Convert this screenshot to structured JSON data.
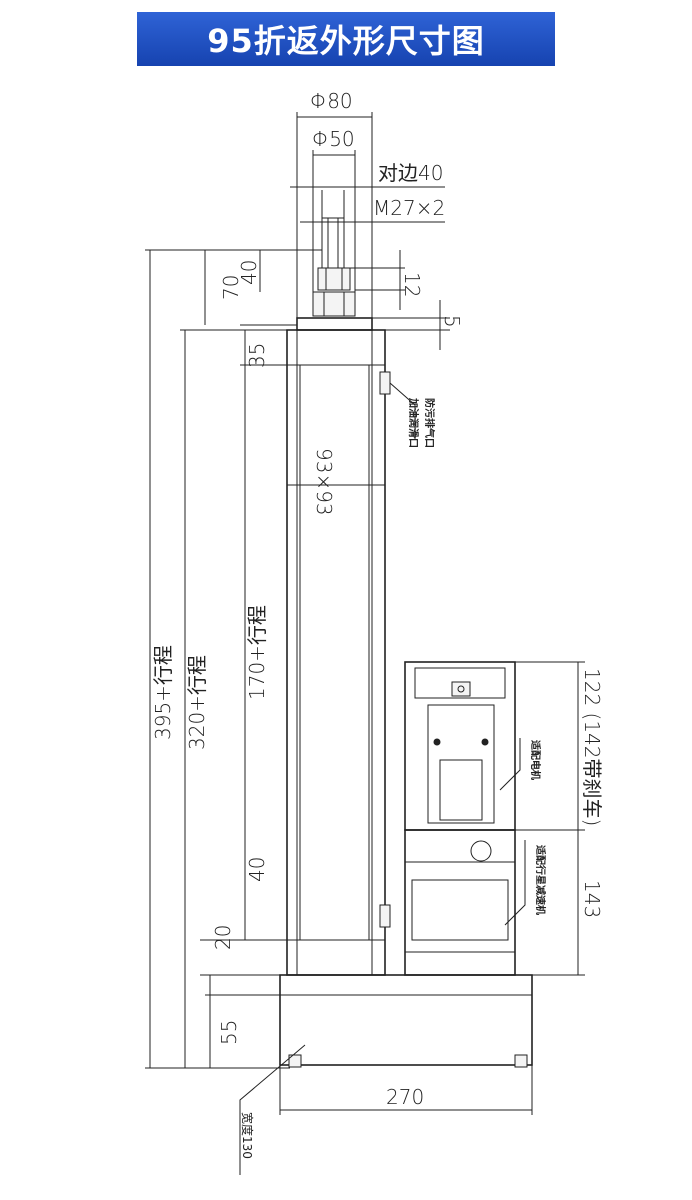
{
  "title": "95折返外形尺寸图",
  "dimensions": {
    "phi80": "Φ80",
    "phi50": "Φ50",
    "across_flats": "对边40",
    "thread": "M27×2",
    "d40_top": "40",
    "d70": "70",
    "d12": "12",
    "d5": "5",
    "d35": "35",
    "section": "93×93",
    "d170": "170+行程",
    "d320": "320+行程",
    "d395": "395+行程",
    "motor_len": "122 (142带刹车)",
    "gear_len": "143",
    "d40_bottom": "40",
    "d20": "20",
    "d55": "55",
    "d270": "270"
  },
  "labels": {
    "vent": "防污排气口",
    "lube": "加油润滑口",
    "motor": "适配电机",
    "reducer": "适配行星减速机",
    "width": "宽度130"
  }
}
